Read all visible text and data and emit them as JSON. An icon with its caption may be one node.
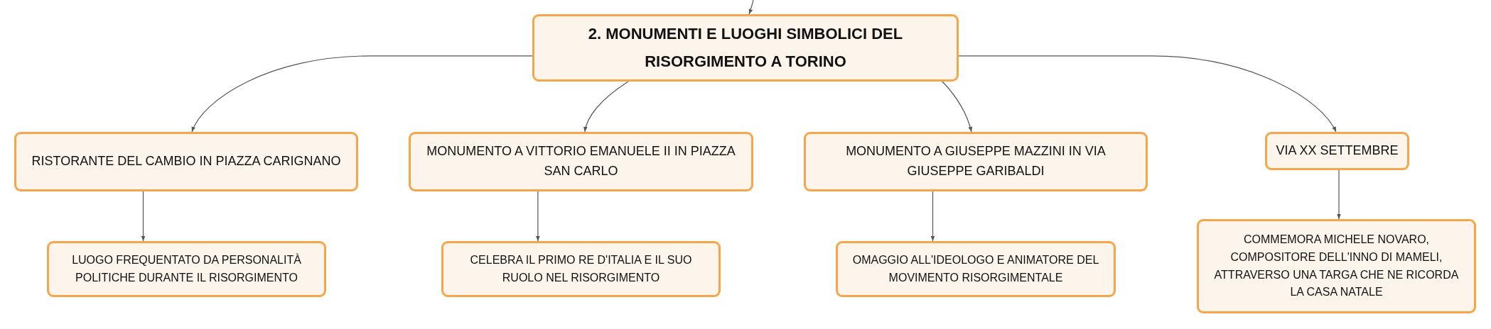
{
  "diagram": {
    "nodes": [
      {
        "text": [
          "2. MONUMENTI E LUOGHI SIMBOLICI DEL RISORGIMENTO A TORINO"
        ]
      },
      {
        "text": [
          "RISTORANTE DEL CAMBIO IN PIAZZA CARIGNANO"
        ]
      },
      {
        "text": [
          "MONUMENTO A VITTORIO EMANUELE II IN PIAZZA SAN CARLO"
        ]
      },
      {
        "text": [
          "MONUMENTO A GIUSEPPE MAZZINI IN VIA GIUSEPPE GARIBALDI"
        ]
      },
      {
        "text": [
          "VIA XX SETTEMBRE"
        ]
      },
      {
        "text": [
          "LUOGO FREQUENTATO DA PERSONALITÀ POLITICHE DURANTE IL RISORGIMENTO"
        ]
      },
      {
        "text": [
          "CELEBRA IL PRIMO RE D'ITALIA E IL SUO RUOLO NEL RISORGIMENTO"
        ]
      },
      {
        "text": [
          "OMAGGIO ALL'IDEOLOGO E ANIMATORE DEL MOVIMENTO RISORGIMENTALE"
        ]
      },
      {
        "text": [
          "COMMEMORA MICHELE NOVARO, COMPOSITORE DELL'INNO DI MAMELI, ATTRAVERSO UNA TARGA CHE NE RICORDA LA CASA NATALE"
        ]
      }
    ],
    "edges": [
      {
        "from": null,
        "to": 0,
        "arrow": "to"
      },
      {
        "from": 0,
        "to": 1,
        "arrow": "to"
      },
      {
        "from": 0,
        "to": 2,
        "arrow": "to"
      },
      {
        "from": 0,
        "to": 3,
        "arrow": "to"
      },
      {
        "from": 0,
        "to": 4,
        "arrow": "to"
      },
      {
        "from": 1,
        "to": 5,
        "arrow": "to"
      },
      {
        "from": 2,
        "to": 6,
        "arrow": "to"
      },
      {
        "from": 3,
        "to": 7,
        "arrow": "to"
      },
      {
        "from": 4,
        "to": 8,
        "arrow": "to"
      }
    ]
  }
}
